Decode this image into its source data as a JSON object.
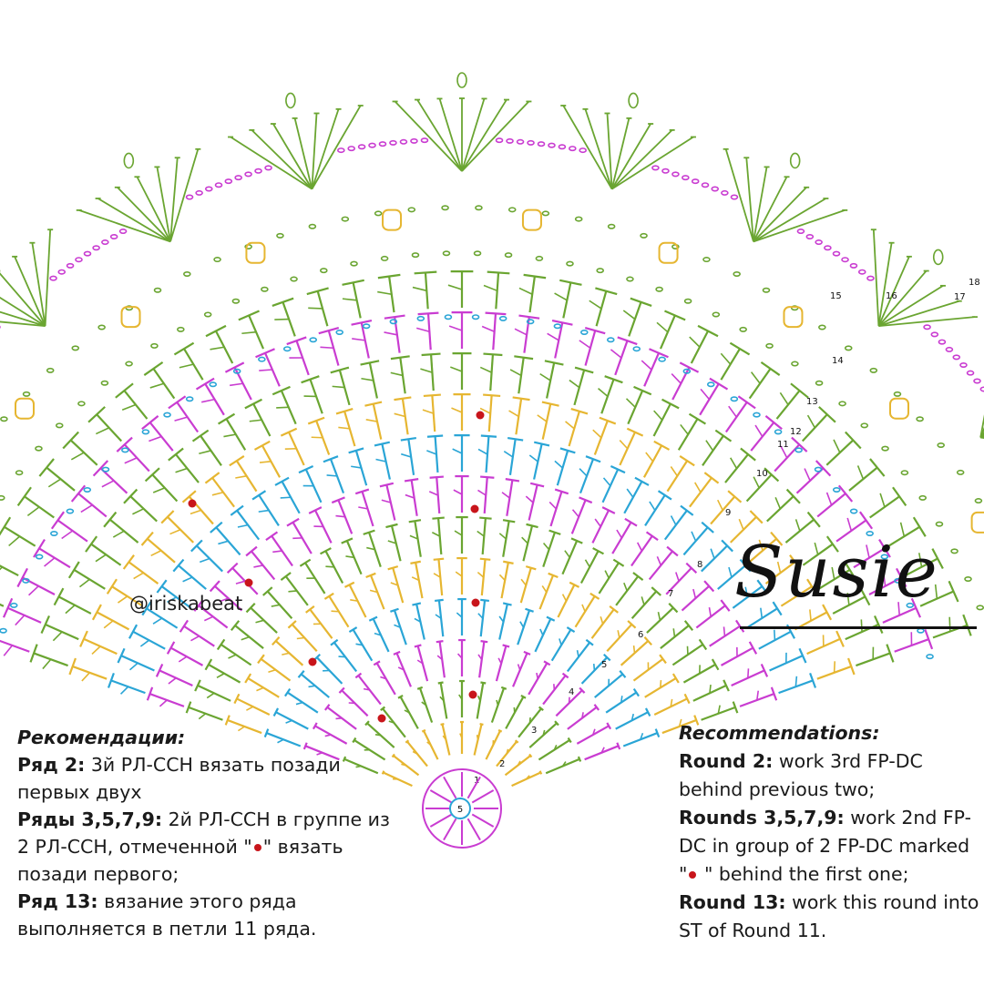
{
  "handle": "@iriskabeat",
  "title": "Susie",
  "center_label": "5",
  "round_labels": [
    "1",
    "2",
    "3",
    "4",
    "5",
    "6",
    "7",
    "8",
    "9",
    "10",
    "11",
    "12",
    "13",
    "14",
    "15",
    "16",
    "17",
    "18"
  ],
  "colors": {
    "green": "#6aa531",
    "purple": "#c93cd1",
    "yellow": "#e6b631",
    "cyan": "#2aa5d6",
    "marker_red": "#c8151b",
    "text": "#1a1a1a"
  },
  "notes_ru": {
    "heading": "Рекомендации:",
    "items": [
      {
        "label": "Ряд 2:",
        "text": " 3й РЛ-ССН вязать позади первых двух"
      },
      {
        "label": "Ряды 3,5,7,9:",
        "text": " 2й РЛ-ССН в группе из 2 РЛ-ССН, отмеченной \"",
        "text_after": "\" вязать позади первого;"
      },
      {
        "label": "Ряд 13:",
        "text": " вязание этого ряда выполняется в петли 11 ряда."
      }
    ]
  },
  "notes_en": {
    "heading": "Recommendations:",
    "items": [
      {
        "label": "Round 2:",
        "text": " work 3rd FP-DC behind previous two;"
      },
      {
        "label": "Rounds 3,5,7,9:",
        "text": " work 2nd FP-DC in group of 2 FP-DC marked \"",
        "text_after": " \" behind the first one;"
      },
      {
        "label": "Round 13:",
        "text": " work this round into ST of Round 11."
      }
    ]
  }
}
